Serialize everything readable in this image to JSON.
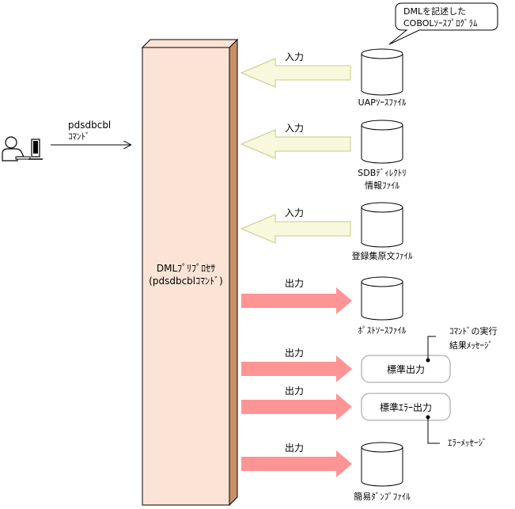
{
  "user_command": {
    "line1": "pdsdbcbl",
    "line2": "ｺﾏﾝﾄﾞ"
  },
  "processor": {
    "line1": "DMLﾌﾟﾘﾌﾟﾛｾｻ",
    "line2": "(pdsdbcblｺﾏﾝﾄﾞ)"
  },
  "callout": {
    "line1": "DMLを記述した",
    "line2": "COBOLｿｰｽﾌﾟﾛｸﾞﾗﾑ"
  },
  "inputs": [
    {
      "arrow_label": "入力",
      "file_line1": "UAPｿｰｽﾌｧｲﾙ",
      "file_line2": ""
    },
    {
      "arrow_label": "入力",
      "file_line1": "SDBﾃﾞｨﾚｸﾄﾘ",
      "file_line2": "情報ﾌｧｲﾙ"
    },
    {
      "arrow_label": "入力",
      "file_line1": "登録集原文ﾌｧｲﾙ",
      "file_line2": ""
    }
  ],
  "outputs": [
    {
      "arrow_label": "出力",
      "target": "ﾎﾟｽﾄｿｰｽﾌｧｲﾙ"
    },
    {
      "arrow_label": "出力",
      "target": "標準出力"
    },
    {
      "arrow_label": "出力",
      "target": "標準ｴﾗｰ出力"
    },
    {
      "arrow_label": "出力",
      "target": "簡易ﾀﾞﾝﾌﾟﾌｧｲﾙ"
    }
  ],
  "notes": {
    "stdout_line1": "ｺﾏﾝﾄﾞの実行",
    "stdout_line2": "結果ﾒｯｾｰｼﾞ",
    "stderr": "ｴﾗｰﾒｯｾｰｼﾞ"
  },
  "colors": {
    "processor_fill": "#fbe4d5",
    "processor_side": "#c8916a",
    "input_arrow_fill": "#f8f8dc",
    "input_arrow_stroke": "#c8c88c",
    "output_arrow_fill": "#ff9494"
  }
}
